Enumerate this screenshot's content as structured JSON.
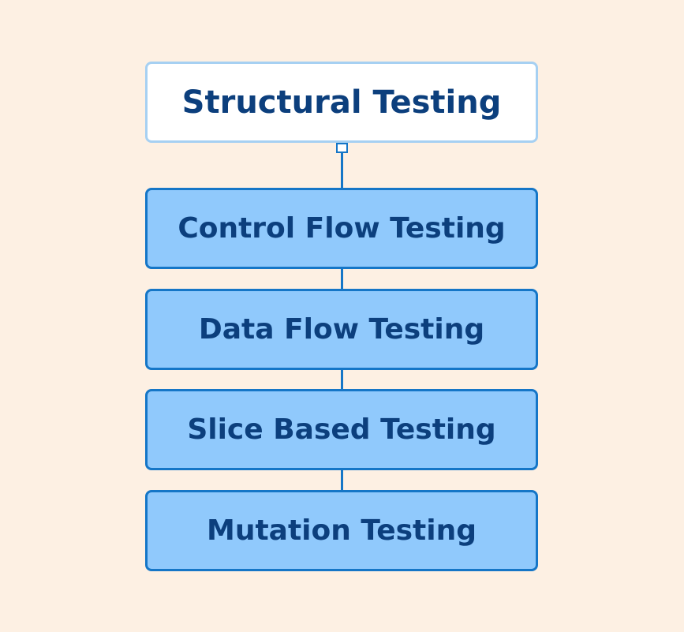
{
  "colors": {
    "background": "#fdf0e3",
    "root_fill": "#ffffff",
    "root_border": "#a6d0f2",
    "child_fill": "#90c9fc",
    "child_border": "#1576c7",
    "connector": "#1576c7",
    "text": "#0c3f7d"
  },
  "diagram": {
    "root": {
      "label": "Structural Testing"
    },
    "children": [
      {
        "label": "Control Flow Testing"
      },
      {
        "label": "Data Flow Testing"
      },
      {
        "label": "Slice Based Testing"
      },
      {
        "label": "Mutation Testing"
      }
    ]
  }
}
